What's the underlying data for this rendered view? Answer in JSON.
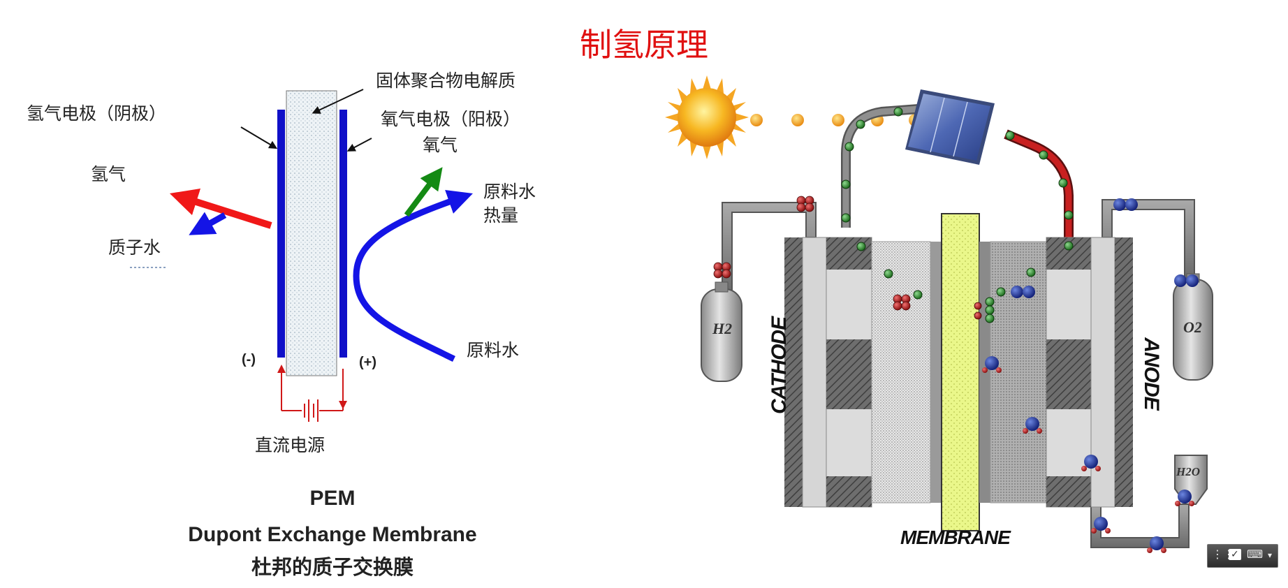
{
  "title": "制氢原理",
  "left": {
    "labels": {
      "electrolyte": "固体聚合物电解质",
      "cathode_electrode": "氢气电极（阴极）",
      "anode_electrode": "氧气电极（阳极）",
      "oxygen": "氧气",
      "hydrogen": "氢气",
      "feed_water_heat_1": "原料水",
      "feed_water_heat_2": "热量",
      "proton_water": "质子水",
      "feed_water": "原料水",
      "minus": "(-)",
      "plus": "(+)",
      "dc_power": "直流电源"
    },
    "caption": {
      "line1": "PEM",
      "line2": "Dupont Exchange Membrane",
      "line3": "杜邦的质子交换膜"
    },
    "colors": {
      "electrode": "#1010c8",
      "hydrogen_arrow": "#f01818",
      "water_arrow": "#1414e6",
      "oxygen_arrow": "#148a14",
      "circuit": "#d01818"
    }
  },
  "right": {
    "labels": {
      "cathode": "CATHODE",
      "anode": "ANODE",
      "membrane": "MEMBRANE",
      "h2_tank": "H2",
      "o2_tank": "O2",
      "h2o_tank": "H2O"
    },
    "icons": [
      "sun-icon",
      "solar-panel-icon"
    ],
    "colors": {
      "membrane": "#eaf78a",
      "wire_negative": "#7a7a7a",
      "wire_positive": "#c82020",
      "electron": "#2e8b2e",
      "oxygen_atom": "#1a2c8c",
      "hydrogen_atom": "#b02020",
      "photon": "#f0a010"
    }
  },
  "taskbar": {
    "icons": [
      "keyboard-grid-icon",
      "pen-icon",
      "keyboard-icon",
      "arrow-icon"
    ]
  }
}
